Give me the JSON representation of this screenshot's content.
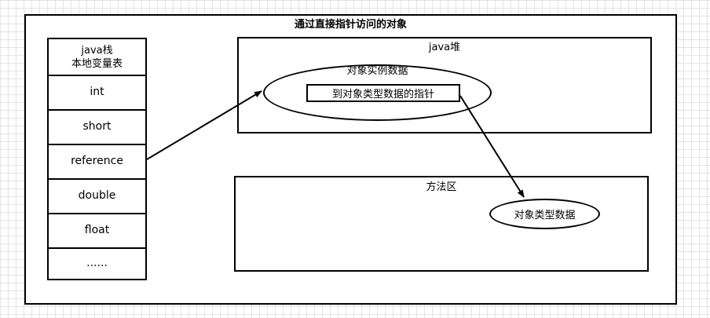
{
  "diagram": {
    "title": "通过直接指针访问的对象",
    "stack": {
      "header_line1": "java栈",
      "header_line2": "本地变量表",
      "items": [
        "int",
        "short",
        "reference",
        "double",
        "float",
        "......"
      ]
    },
    "heap": {
      "label": "java堆",
      "instance_label": "对象实例数据",
      "pointer_label": "到对象类型数据的指针"
    },
    "method_area": {
      "label": "方法区",
      "type_data_label": "对象类型数据"
    }
  }
}
